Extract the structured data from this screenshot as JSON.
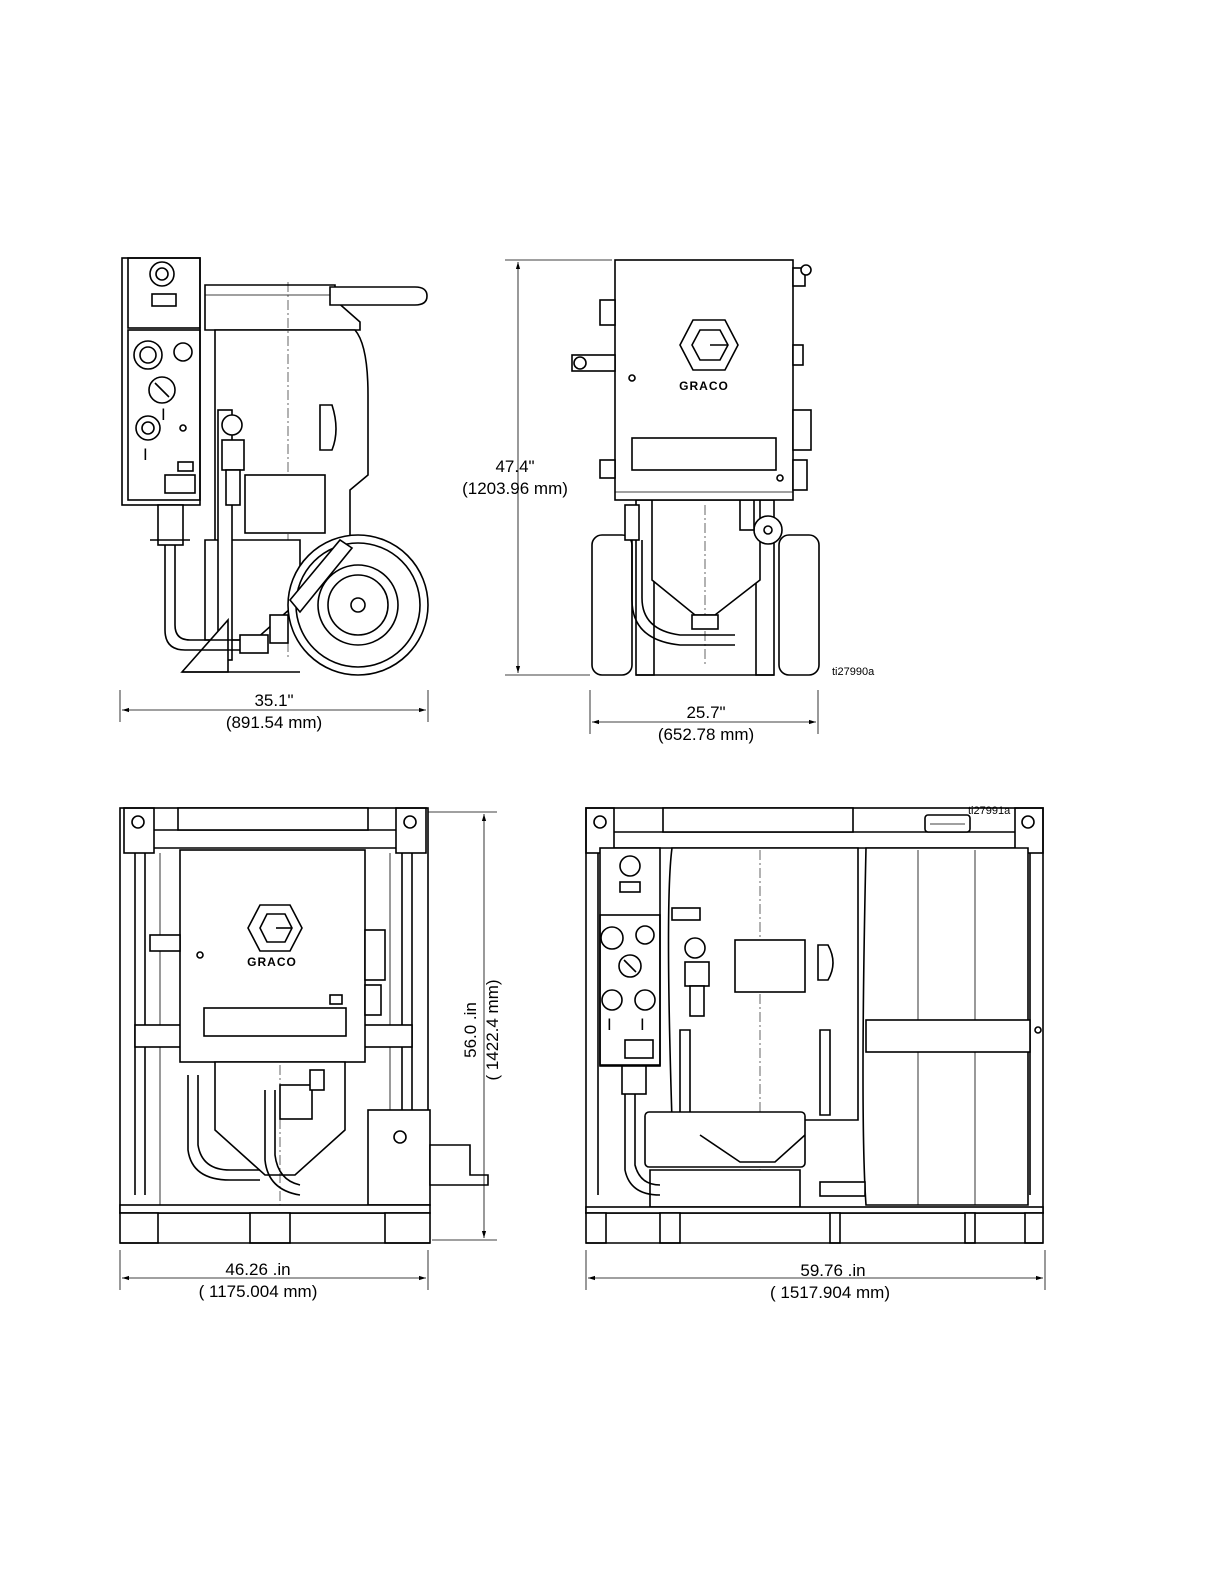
{
  "views": {
    "cart_side": {
      "width_in": "35.1\"",
      "width_mm": "(891.54 mm)"
    },
    "cart_front": {
      "height_in": "47.4\"",
      "height_mm": "(1203.96 mm)",
      "width_in": "25.7\"",
      "width_mm": "(652.78 mm)",
      "figure_ref": "ti27990a",
      "logo_text": "GRACO"
    },
    "skid_front": {
      "width_in": "46.26 .in",
      "width_mm": "( 1175.004 mm)",
      "height_in": "56.0 .in",
      "height_mm": "( 1422.4 mm)",
      "logo_text": "GRACO"
    },
    "skid_side": {
      "width_in": "59.76 .in",
      "width_mm": "( 1517.904 mm)",
      "figure_ref": "ti27991a"
    }
  },
  "panel_marks": [
    "I",
    "I",
    "I",
    "I"
  ]
}
